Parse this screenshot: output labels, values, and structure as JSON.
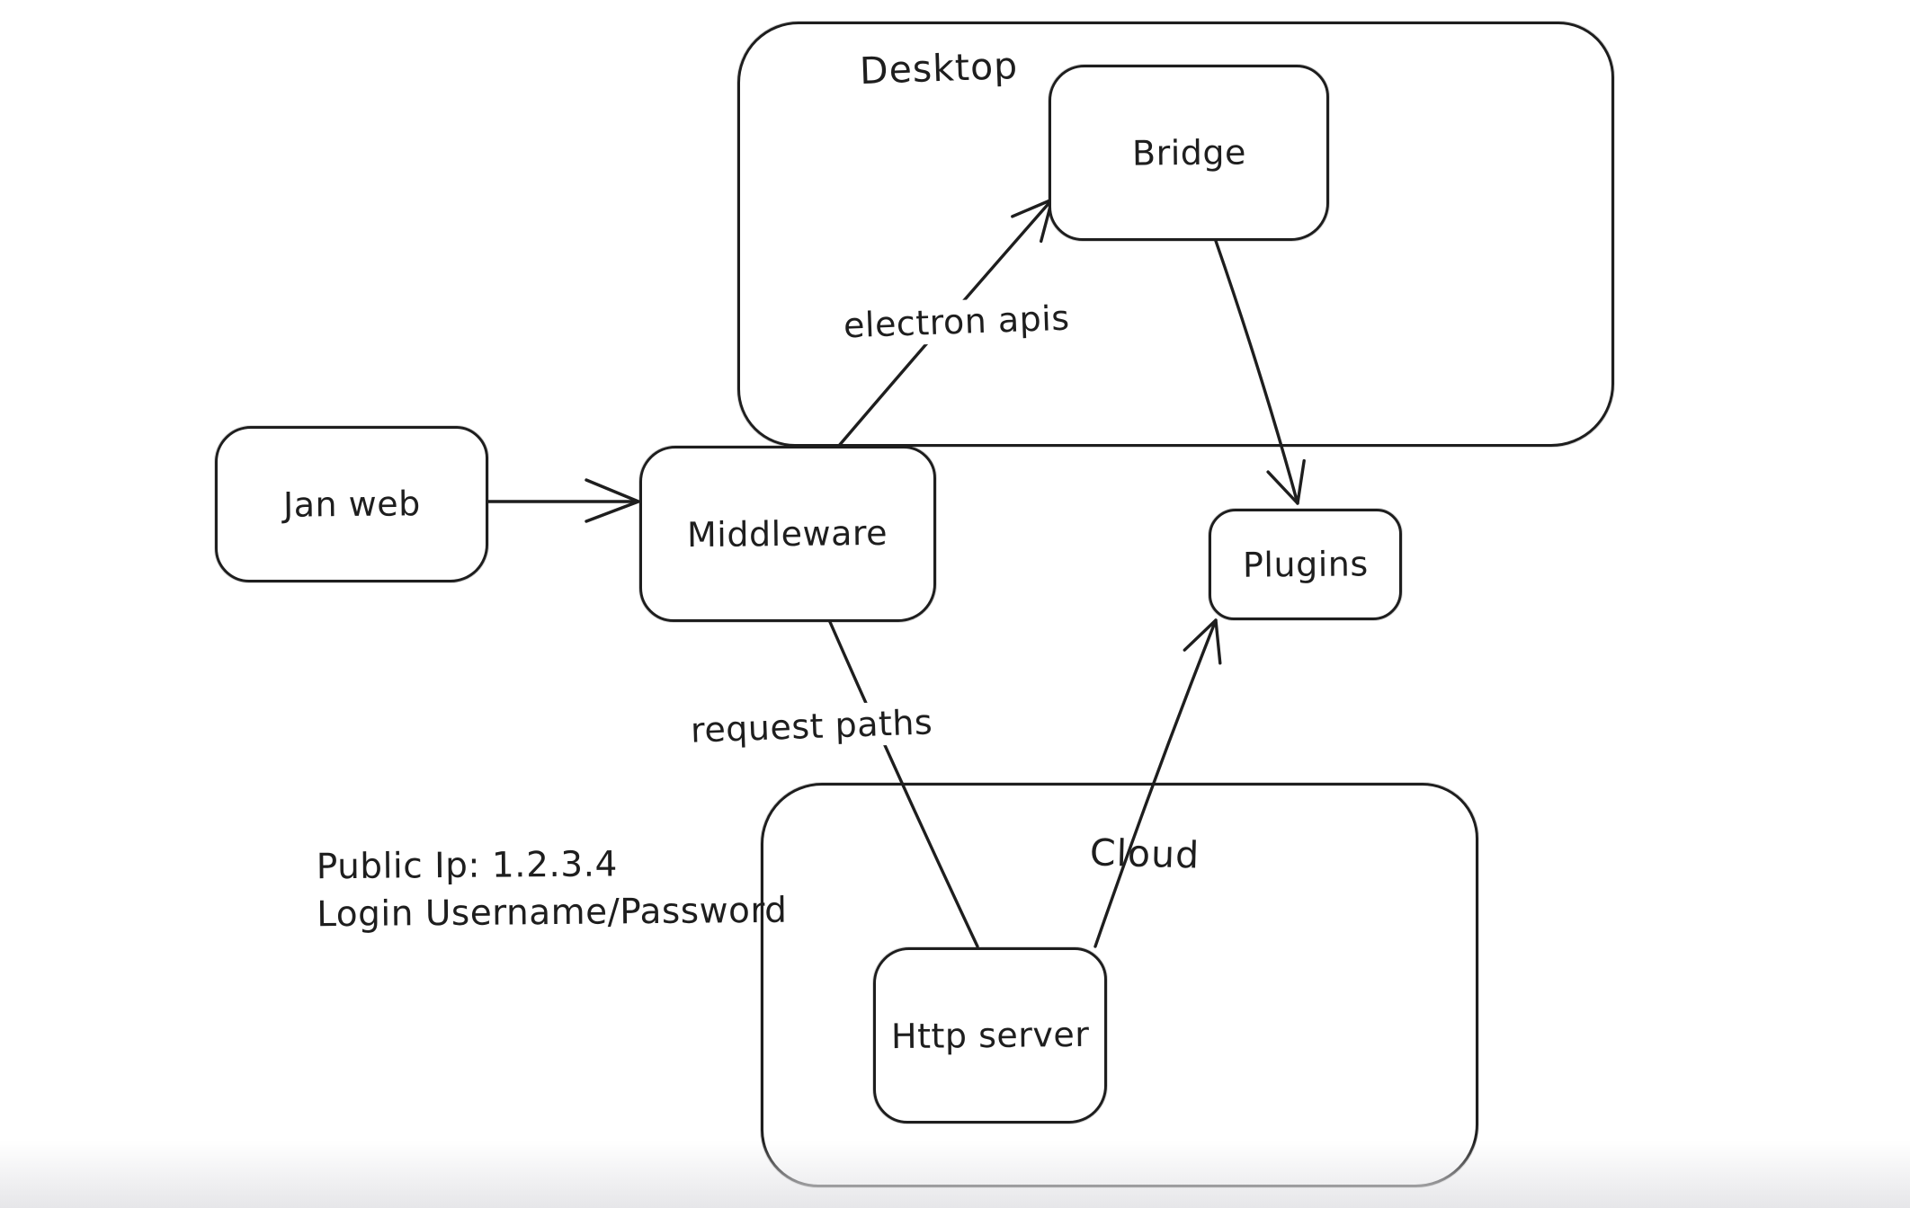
{
  "canvas": {
    "background": "#ffffff",
    "stroke_color": "#1e1e1e"
  },
  "diagram": {
    "containers": {
      "desktop": {
        "label": "Desktop"
      },
      "cloud": {
        "label": "Cloud"
      }
    },
    "nodes": {
      "jan_web": {
        "label": "Jan web"
      },
      "middleware": {
        "label": "Middleware"
      },
      "bridge": {
        "label": "Bridge"
      },
      "plugins": {
        "label": "Plugins"
      },
      "http_server": {
        "label": "Http server"
      }
    },
    "edges": {
      "jan_web_to_middleware": {
        "from": "Jan web",
        "to": "Middleware",
        "label": ""
      },
      "middleware_to_bridge": {
        "from": "Middleware",
        "to": "Bridge",
        "label": "electron apis"
      },
      "bridge_to_plugins": {
        "from": "Bridge",
        "to": "Plugins",
        "label": ""
      },
      "middleware_to_http_server": {
        "from": "Middleware",
        "to": "Http server",
        "label": "request paths"
      },
      "http_server_to_plugins": {
        "from": "Http server",
        "to": "Plugins",
        "label": ""
      }
    },
    "annotation": {
      "line1": "Public Ip: 1.2.3.4",
      "line2": "Login Username/Password"
    }
  }
}
